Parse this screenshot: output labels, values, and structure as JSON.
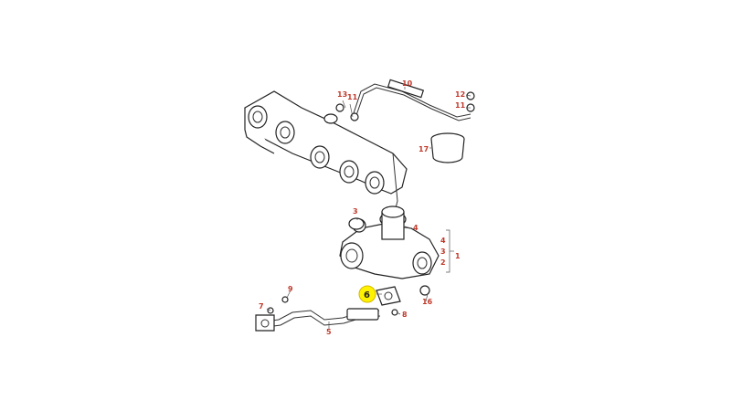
{
  "labels": {
    "l1": "1",
    "l2": "2",
    "l3": "3",
    "l3b": "3",
    "l4": "4",
    "l4b": "4",
    "l5": "5",
    "l6": "6",
    "l7": "7",
    "l8": "8",
    "l9": "9",
    "l10": "10",
    "l11a": "11",
    "l11b": "11",
    "l12": "12",
    "l13": "13",
    "l16": "16",
    "l17": "17"
  },
  "colors": {
    "label": "#c0392b",
    "highlight": "#fff200"
  }
}
